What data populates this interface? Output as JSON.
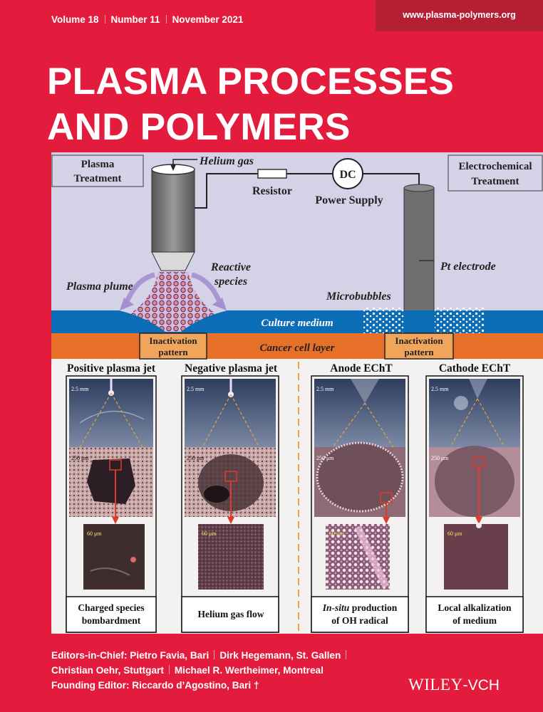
{
  "issue": {
    "volume": "Volume 18",
    "number": "Number 11",
    "date": "November 2021"
  },
  "website": "www.plasma-polymers.org",
  "journal": {
    "title_line1": "PLASMA PROCESSES",
    "title_line2": "AND POLYMERS"
  },
  "figure": {
    "plasma_box": [
      "Plasma",
      "Treatment"
    ],
    "echem_box": [
      "Electrochemical",
      "Treatment"
    ],
    "helium_gas": "Helium gas",
    "resistor": "Resistor",
    "dc": "DC",
    "power_supply": "Power Supply",
    "pt_electrode": "Pt electrode",
    "reactive_species": [
      "Reactive",
      "species"
    ],
    "plasma_plume": "Plasma plume",
    "microbubbles": "Microbubbles",
    "culture_medium": "Culture medium",
    "cancer_cell_layer": "Cancer cell layer",
    "inactivation_pattern": [
      "Inactivation",
      "pattern"
    ],
    "panels": [
      {
        "title": "Positive plasma jet",
        "caption_line1": "Charged species",
        "caption_line2": "bombardment"
      },
      {
        "title": "Negative plasma jet",
        "caption_line1": "Helium gas flow",
        "caption_line2": ""
      },
      {
        "title": "Anode EChT",
        "caption_line1_italic": "In-situ",
        "caption_line1_rest": " production",
        "caption_line2": "of OH radical"
      },
      {
        "title": "Cathode EChT",
        "caption_line1": "Local alkalization",
        "caption_line2": "of medium"
      }
    ],
    "scale_bars": [
      "2.5 mm",
      "250 μm",
      "60 μm"
    ]
  },
  "editors": {
    "line1": [
      "Editors-in-Chief: Pietro Favia, Bari",
      "Dirk Hegemann, St. Gallen"
    ],
    "line2": [
      "Christian Oehr, Stuttgart",
      "Michael R. Wertheimer, Montreal"
    ],
    "line3": "Founding Editor: Riccardo d’Agostino, Bari †"
  },
  "publisher": {
    "name": "WILEY",
    "suffix": "-VCH"
  },
  "colors": {
    "cover_red": "#E31C3D",
    "url_box": "#B51F33",
    "medium_blue": "#0B6DB5",
    "cell_layer_orange": "#E8712A",
    "diagram_bg": "#D3D2E6"
  }
}
